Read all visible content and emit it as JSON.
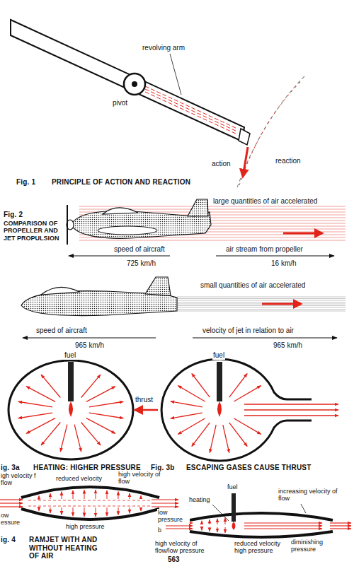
{
  "diagram": {
    "labels": [
      "revolving arm",
      "pivot",
      "action",
      "reaction",
      "Fig. 1",
      "PRINCIPLE OF ACTION AND REACTION",
      "Fig. 2",
      "COMPARISON OF PROPELLER AND JET PROPULSION",
      "large quantities of air accelerated",
      "speed of aircraft",
      "725 km/h",
      "air stream from propeller",
      "16 km/h",
      "small quantities of air accelerated",
      "speed of aircraft",
      "965 km/h",
      "velocity of jet in relation to air",
      "965 km/h",
      "fuel",
      "fuel",
      "thrust",
      "ig. 3a",
      "HEATING: HIGHER PRESSURE",
      "Fig. 3b",
      "ESCAPING GASES CAUSE THRUST",
      "igh velocity f flow",
      "reduced velocity",
      "high velocity of flow",
      "ow essure",
      "high pressure",
      "ig. 4",
      "RAMJET WITH AND WITHOUT HEATING OF AIR",
      "fuel",
      "heating",
      "increasing velocity of flow",
      "low pressure",
      "b",
      "high velocity of flow/low pressure",
      "reduced velocity high pressure",
      "diminishing pressure",
      "563"
    ]
  }
}
